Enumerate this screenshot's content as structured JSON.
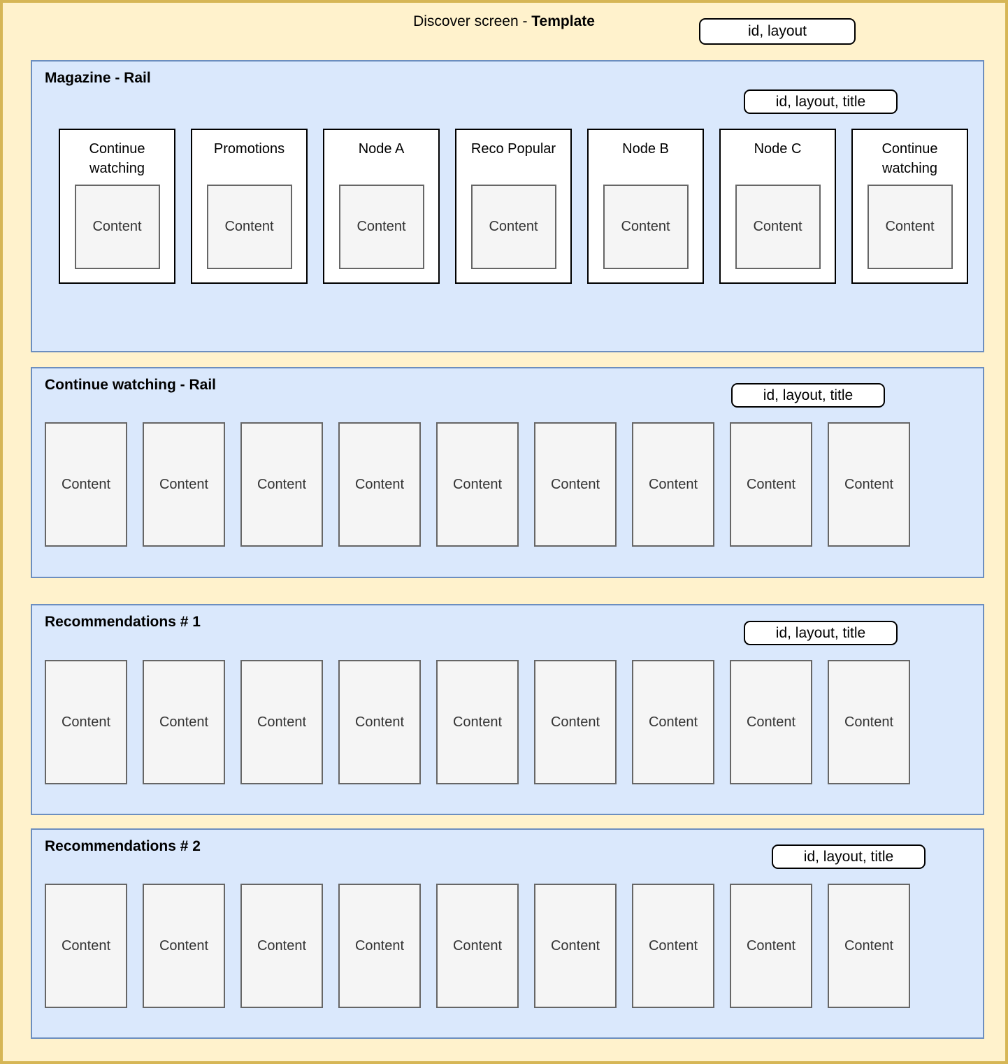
{
  "header": {
    "title_prefix": "Discover screen - ",
    "title_bold": "Template",
    "badge": "id, layout"
  },
  "sections": [
    {
      "title": "Magazine - Rail",
      "badge": "id, layout, title",
      "cards": [
        {
          "label": "Continue watching",
          "content": "Content"
        },
        {
          "label": "Promotions",
          "content": "Content"
        },
        {
          "label": "Node A",
          "content": "Content"
        },
        {
          "label": "Reco Popular",
          "content": "Content"
        },
        {
          "label": "Node B",
          "content": "Content"
        },
        {
          "label": "Node C",
          "content": "Content"
        },
        {
          "label": "Continue watching",
          "content": "Content"
        }
      ]
    },
    {
      "title": "Continue watching - Rail",
      "badge": "id, layout, title",
      "content_label": "Content",
      "item_count": 9
    },
    {
      "title": "Recommendations # 1",
      "badge": "id, layout, title",
      "content_label": "Content",
      "item_count": 9
    },
    {
      "title": "Recommendations # 2",
      "badge": "id, layout, title",
      "content_label": "Content",
      "item_count": 9
    }
  ],
  "colors": {
    "canvas_fill": "#fff2cc",
    "canvas_border": "#d6b656",
    "section_fill": "#dae8fc",
    "section_border": "#6c8ebf",
    "card_fill": "#ffffff",
    "card_border": "#000000",
    "content_fill": "#f5f5f5",
    "content_border": "#666666"
  }
}
